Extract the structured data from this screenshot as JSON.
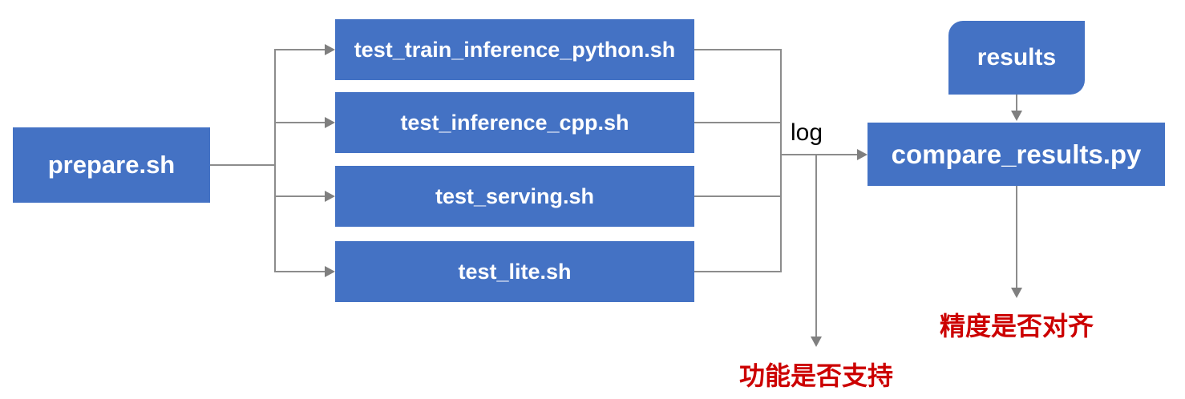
{
  "diagram": {
    "colors": {
      "node_fill": "#4472c4",
      "node_text": "#ffffff",
      "connector": "#8c8c8c",
      "arrowhead": "#7f7f7f",
      "log_text": "#000000",
      "alert_text": "#cc0000"
    },
    "nodes": {
      "prepare": {
        "label": "prepare.sh"
      },
      "test_train_inference_python": {
        "label": "test_train_inference_python.sh"
      },
      "test_inference_cpp": {
        "label": "test_inference_cpp.sh"
      },
      "test_serving": {
        "label": "test_serving.sh"
      },
      "test_lite": {
        "label": "test_lite.sh"
      },
      "results": {
        "label": "results"
      },
      "compare_results": {
        "label": "compare_results.py"
      }
    },
    "edge_labels": {
      "log": "log"
    },
    "annotations": {
      "function_support": "功能是否支持",
      "precision_align": "精度是否对齐"
    }
  }
}
